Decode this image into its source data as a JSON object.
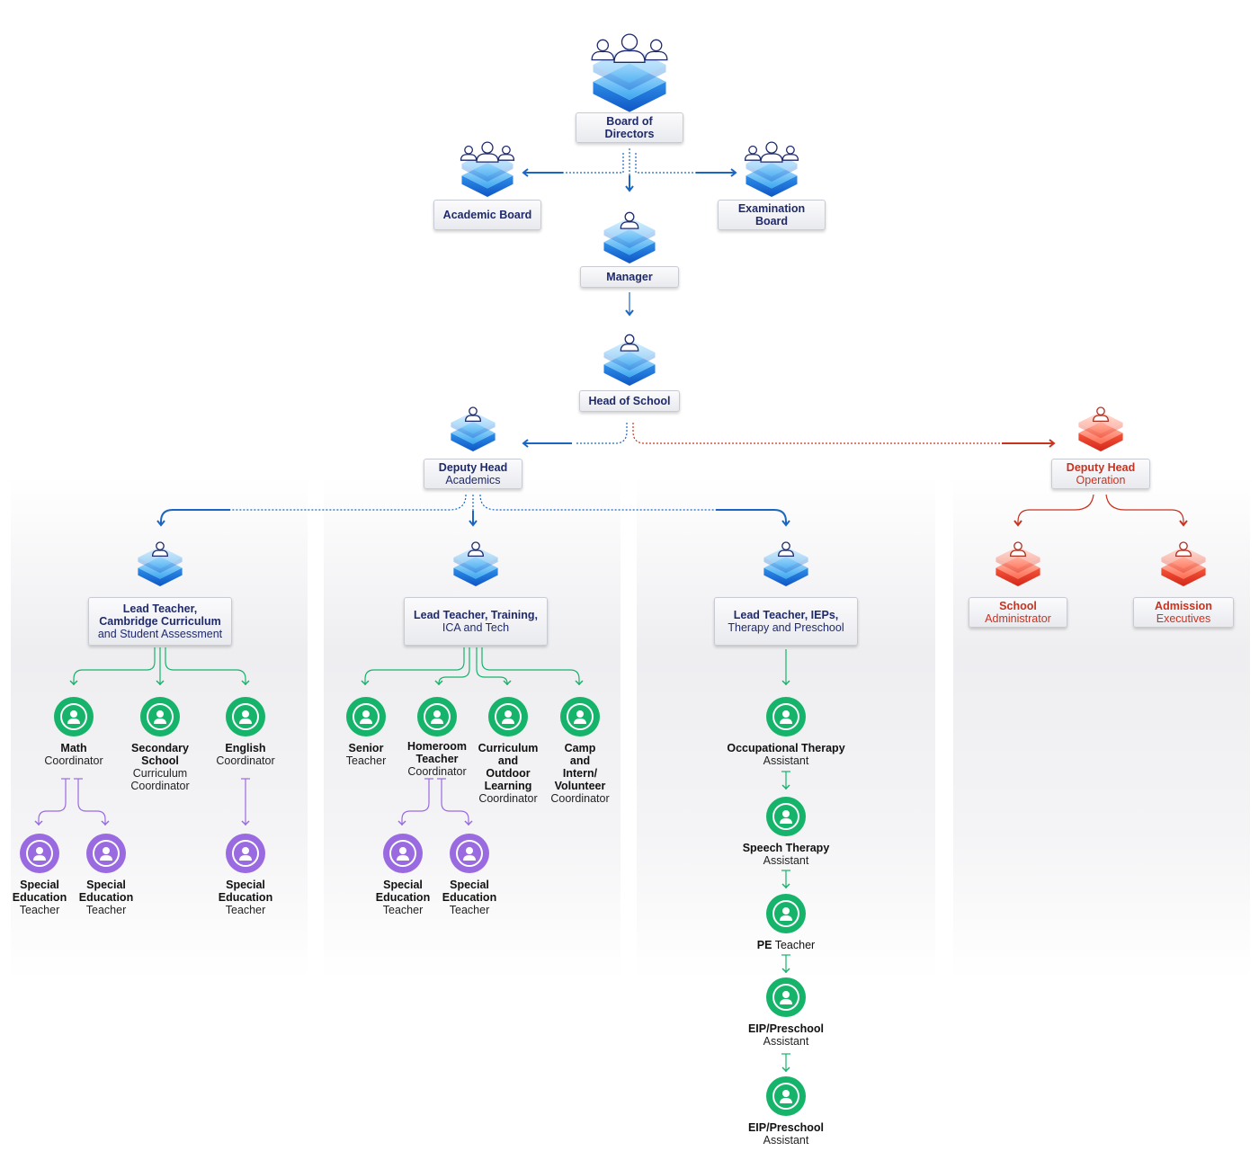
{
  "colors": {
    "navy": "#1f2a6b",
    "blue": "#1a73d6",
    "red": "#e2412b",
    "green": "#16b36a",
    "purple": "#9a6ae0"
  },
  "top": {
    "board": "Board of Directors",
    "academic": "Academic Board",
    "exam": "Examination Board",
    "manager": "Manager",
    "head": "Head of School"
  },
  "deputy_academics": {
    "title": "Deputy Head",
    "sub": "Academics"
  },
  "deputy_operation": {
    "title": "Deputy Head",
    "sub": "Operation"
  },
  "operation_staff": [
    {
      "title": "School",
      "sub": "Administrator"
    },
    {
      "title": "Admission",
      "sub": "Executives"
    }
  ],
  "lead1": {
    "l1": "Lead Teacher,",
    "l2": "Cambridge Curriculum",
    "l3": "and Student Assessment"
  },
  "lead2": {
    "l1": "Lead Teacher, Training,",
    "l2": "ICA and Tech"
  },
  "lead3": {
    "l1": "Lead Teacher, IEPs,",
    "l2": "Therapy and Preschool"
  },
  "col1_roles": [
    {
      "bold": [
        "Math"
      ],
      "normal": [
        "Coordinator"
      ]
    },
    {
      "bold": [
        "Secondary",
        "School"
      ],
      "normal": [
        "Curriculum",
        "Coordinator"
      ]
    },
    {
      "bold": [
        "English"
      ],
      "normal": [
        "Coordinator"
      ]
    }
  ],
  "col2_roles": [
    {
      "bold": [
        "Senior"
      ],
      "normal": [
        "Teacher"
      ]
    },
    {
      "bold": [
        "Homeroom",
        "Teacher"
      ],
      "normal": [
        "Coordinator"
      ]
    },
    {
      "bold": [
        "Curriculum",
        "and",
        "Outdoor",
        "Learning"
      ],
      "normal": [
        "Coordinator"
      ]
    },
    {
      "bold": [
        "Camp",
        "and",
        "Intern/",
        "Volunteer"
      ],
      "normal": [
        "Coordinator"
      ]
    }
  ],
  "col3_roles": [
    {
      "bold": [
        "Occupational Therapy"
      ],
      "normal": [
        "Assistant"
      ]
    },
    {
      "bold": [
        "Speech Therapy"
      ],
      "normal": [
        "Assistant"
      ]
    },
    {
      "bold": [
        "PE"
      ],
      "normal": [
        "Teacher"
      ]
    },
    {
      "bold": [
        "EIP/Preschool"
      ],
      "normal": [
        "Assistant"
      ]
    },
    {
      "bold": [
        "EIP/Preschool"
      ],
      "normal": [
        "Assistant"
      ]
    }
  ],
  "sped": {
    "bold": [
      "Special",
      "Education"
    ],
    "normal": [
      "Teacher"
    ]
  }
}
